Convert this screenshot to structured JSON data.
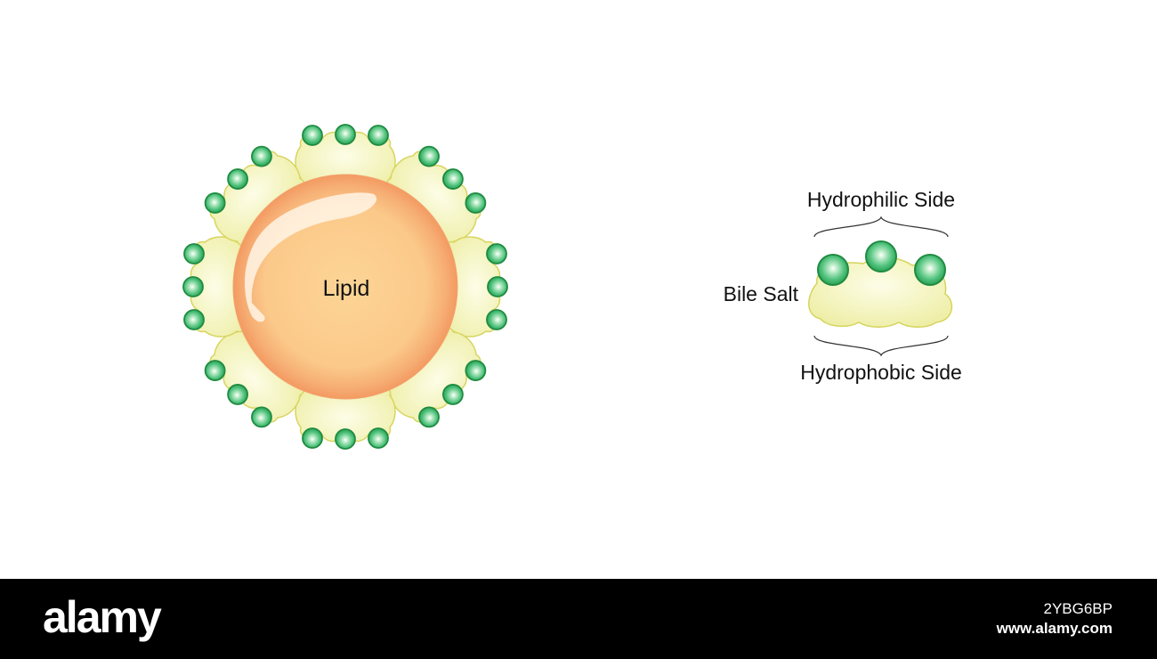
{
  "diagram": {
    "micelle_core_label": "Lipid",
    "bile_salt_label": "Bile Salt",
    "hydrophilic_label": "Hydrophilic Side",
    "hydrophobic_label": "Hydrophobic Side"
  },
  "colors": {
    "lipid_core": "#fbc98a",
    "lipid_rim": "#f3a06a",
    "bile_salt_body": "#f1f1b2",
    "bile_salt_outline": "#d8d560",
    "head_group": "#3cb36a",
    "head_group_outline": "#1e8a3e",
    "footer_bg": "#000000"
  },
  "footer": {
    "brand": "alamy",
    "image_id": "2YBG6BP",
    "website": "www.alamy.com"
  }
}
